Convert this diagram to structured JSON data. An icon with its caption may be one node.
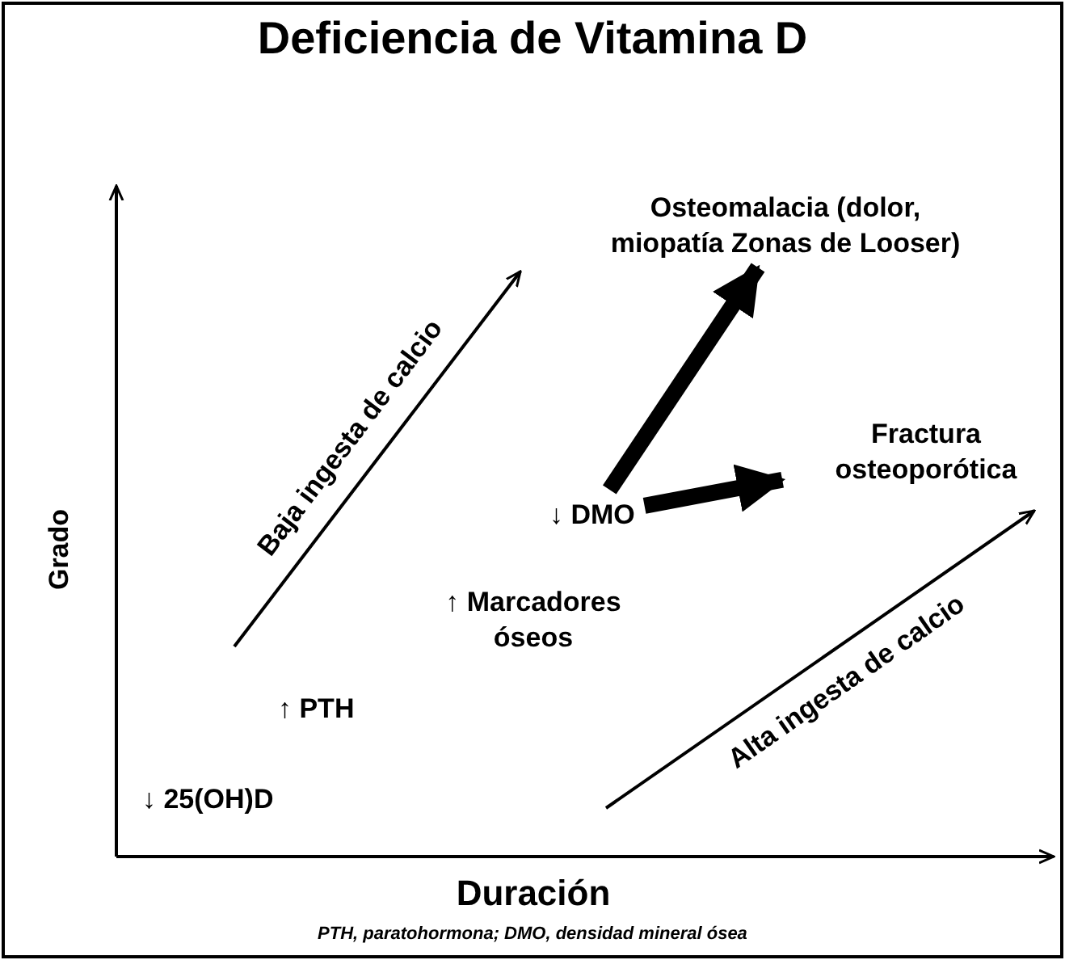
{
  "diagram": {
    "title": "Deficiencia de Vitamina D",
    "caption": "PTH, paratohormona; DMO, densidad mineral ósea",
    "nodes": [
      {
        "text": [
          "↓ 25(OH)D"
        ]
      },
      {
        "text": [
          "↑ PTH"
        ]
      },
      {
        "text": [
          "↑ Marcadores óseos"
        ]
      },
      {
        "text": [
          "↓ DMO"
        ]
      },
      {
        "text": [
          "Osteomalacia (dolor, miopatía Zonas de Looser)"
        ]
      },
      {
        "text": [
          "Fractura osteoporótica"
        ]
      }
    ],
    "edges": [
      {
        "from": 3,
        "to": 4,
        "arrow": "to"
      },
      {
        "from": 3,
        "to": 5,
        "arrow": "to"
      }
    ],
    "labels": [
      "Baja ingesta de calcio",
      "Grado",
      "Alta ingesta de calcio",
      "Duración"
    ]
  }
}
